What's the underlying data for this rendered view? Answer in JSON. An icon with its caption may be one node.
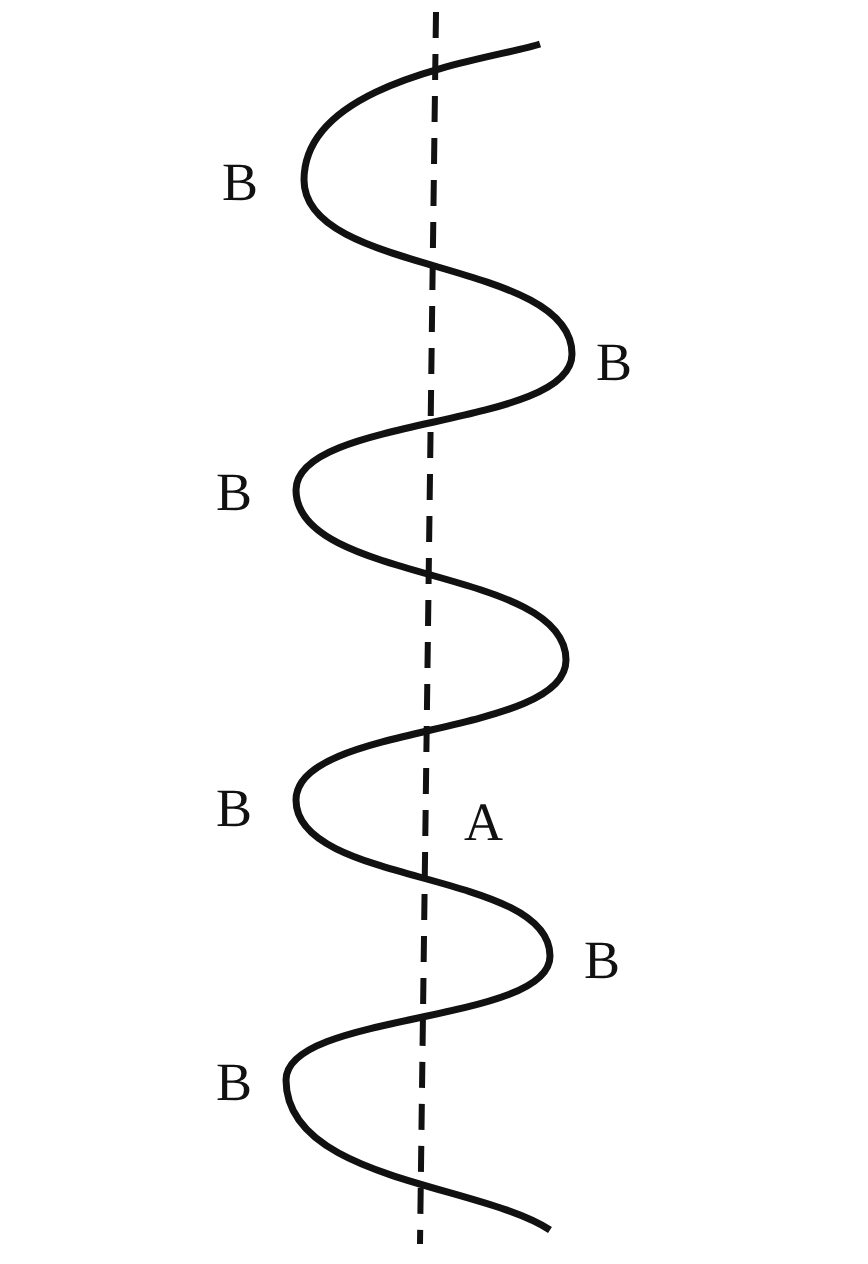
{
  "diagram": {
    "labels": [
      "B",
      "B",
      "B",
      "B",
      "A",
      "B",
      "B"
    ]
  }
}
